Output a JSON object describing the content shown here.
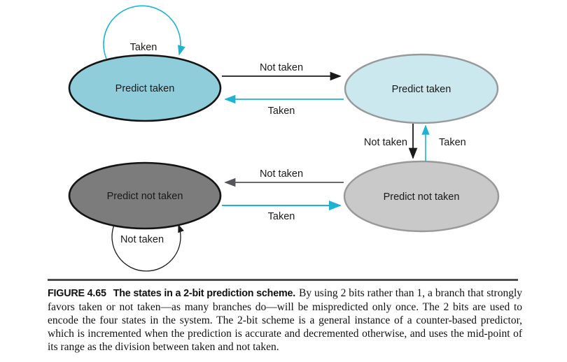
{
  "figure": {
    "states": {
      "top_left": {
        "label": "Predict taken",
        "fill": "#90cdda",
        "border": "#141414"
      },
      "top_right": {
        "label": "Predict taken",
        "fill": "#cbe8ef",
        "border": "#97999b"
      },
      "bottom_left": {
        "label": "Predict not taken",
        "fill": "#7c7c7c",
        "border": "#141414"
      },
      "bottom_right": {
        "label": "Predict not taken",
        "fill": "#c9c9c9",
        "border": "#97999b"
      }
    },
    "transitions": {
      "top_self_loop": {
        "label": "Taken",
        "color": "#1eb3d2"
      },
      "top_forward": {
        "label": "Not taken",
        "color": "#1a1a1a"
      },
      "top_back": {
        "label": "Taken",
        "color": "#1eb3d2"
      },
      "right_down": {
        "label": "Not taken",
        "color": "#1a1a1a"
      },
      "right_up": {
        "label": "Taken",
        "color": "#1eb3d2"
      },
      "bottom_back": {
        "label": "Not taken",
        "color": "#55565a"
      },
      "bottom_forward": {
        "label": "Taken",
        "color": "#1eb3d2"
      },
      "bottom_self_loop": {
        "label": "Not taken",
        "color": "#1a1a1a"
      }
    }
  },
  "caption": {
    "figure_label": "FIGURE 4.65",
    "title": "The states in a 2-bit prediction scheme.",
    "body": "By using 2 bits rather than 1, a branch that strongly favors taken or not taken—as many branches do—will be mispredicted only once. The 2 bits are used to encode the four states in the system. The 2-bit scheme is a general instance of a counter-based predictor, which is incremented when the prediction is accurate and decremented otherwise, and uses the mid-point of its range as the division between taken and not taken."
  }
}
